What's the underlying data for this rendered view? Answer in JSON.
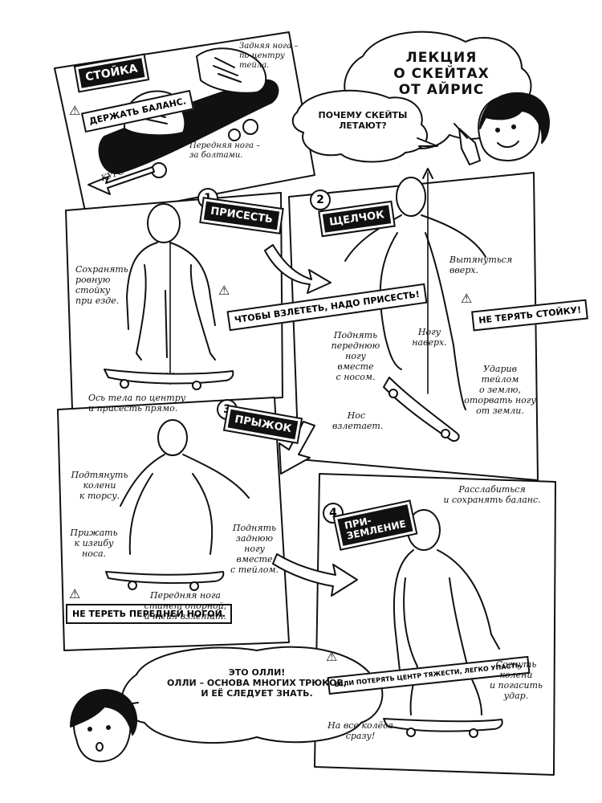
{
  "title_bubble": {
    "title": "ЛЕКЦИЯ\nО СКЕЙТАХ\nОТ АЙРИС",
    "question": "ПОЧЕМУ СКЕЙТЫ\nЛЕТАЮТ?"
  },
  "panel_stance": {
    "tag": "СТОЙКА",
    "back_foot": "Задняя нога –\nпо центру тейла.",
    "front_foot": "Передняя нога –\nза болтами.",
    "warning": "ДЕРЖАТЬ\nБАЛАНС.",
    "direction": "КУРС"
  },
  "panel_crouch": {
    "number": "1",
    "tag": "ПРИСЕСТЬ",
    "note_left": "Сохранять\nровную стойку\nпри езде.",
    "warning": "ЧТОБЫ\nВЗЛЕТЕТЬ,\nНАДО\nПРИСЕСТЬ!",
    "note_bottom": "Ось тела по центру\nи присесть прямо."
  },
  "panel_pop": {
    "number": "2",
    "tag": "ЩЕЛЧОК",
    "stretch": "Вытянуться\nвверх.",
    "warning": "НЕ ТЕРЯТЬ\nСТОЙКУ!",
    "lift_front": "Поднять\nпереднюю\nногу\nвместе\nс носом.",
    "foot_up": "Ногу\nнаверх.",
    "tail_hit": "Ударив тейлом\nо землю,\nоторвать ногу\nот земли.",
    "nose_up": "Нос\nвзлетает."
  },
  "panel_jump": {
    "number": "3",
    "tag": "ПРЫЖОК",
    "knees": "Подтянуть\nколени\nк торсу.",
    "press": "Прижать\nк изгибу\nноса.",
    "lift_back": "Поднять\nзаднюю ногу\nвместе\nс тейлом.",
    "warning": "НЕ ТЕРЕТЬ\nПЕРЕДНЕЙ НОГОЙ.",
    "support": "Передняя нога\nстанет опорной,\nа тейл взлетит."
  },
  "panel_landing": {
    "number": "4",
    "tag": "ПРИ-\nЗЕМЛЕНИЕ",
    "relax": "Расслабиться\nи сохранять баланс.",
    "warning": "ЕСЛИ ПОТЕРЯТЬ ЦЕНТР\nТЯЖЕСТИ, ЛЕГКО УПАСТЬ.",
    "bend": "Согнуть\nколени\nи погасить\nудар.",
    "wheels": "На все колёса\nсразу!"
  },
  "closing_bubble": {
    "text": "ЭТО ОЛЛИ!\nОЛЛИ – ОСНОВА МНОГИХ ТРЮКОВ,\nИ ЕЁ СЛЕДУЕТ ЗНАТЬ."
  }
}
